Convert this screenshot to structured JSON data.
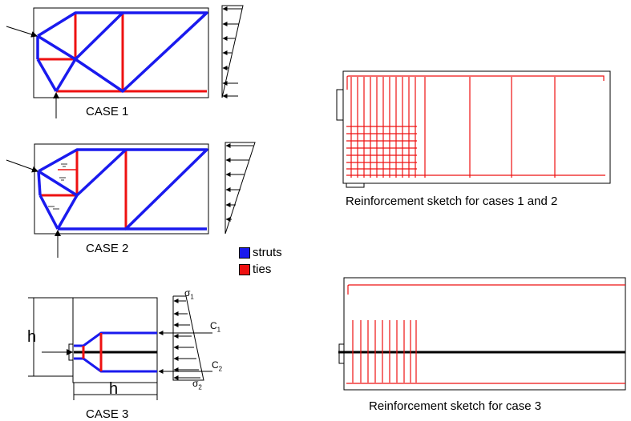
{
  "case1": {
    "label": "CASE 1"
  },
  "case2": {
    "label": "CASE 2"
  },
  "case3": {
    "label": "CASE 3",
    "dim_vertical": "h",
    "dim_horizontal": "h",
    "sigma1": "σ",
    "sigma1_sub": "1",
    "sigma2": "σ",
    "sigma2_sub": "2",
    "c1": "C",
    "c1_sub": "1",
    "c2": "C",
    "c2_sub": "2"
  },
  "legend": {
    "struts_label": "struts",
    "struts_color": "#1a1aee",
    "ties_label": "ties",
    "ties_color": "#ee1111"
  },
  "sketch12": {
    "caption": "Reinforcement sketch for cases 1 and 2"
  },
  "sketch3": {
    "caption": "Reinforcement sketch for case 3"
  },
  "colors": {
    "strut": "#1a1aee",
    "tie": "#ee1111",
    "line": "#000000"
  }
}
